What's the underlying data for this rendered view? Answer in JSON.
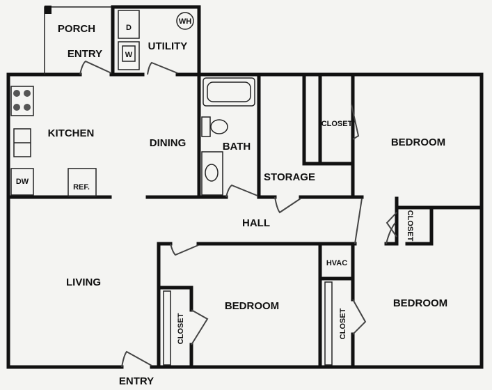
{
  "rooms": {
    "porch": "PORCH",
    "entry_top": "ENTRY",
    "dryer": "D",
    "washer": "W",
    "water_heater": "WH",
    "utility": "UTILITY",
    "kitchen": "KITCHEN",
    "dishwasher": "DW",
    "refrigerator": "REF.",
    "dining": "DINING",
    "bath": "BATH",
    "storage": "STORAGE",
    "closet_master": "CLOSET",
    "bedroom_master": "BEDROOM",
    "hall": "HALL",
    "closet_hall": "CLOSET",
    "hvac": "HVAC",
    "living": "LIVING",
    "closet_bed2": "CLOSET",
    "bedroom_2": "BEDROOM",
    "closet_bed3": "CLOSET",
    "bedroom_3": "BEDROOM",
    "entry_bottom": "ENTRY"
  }
}
